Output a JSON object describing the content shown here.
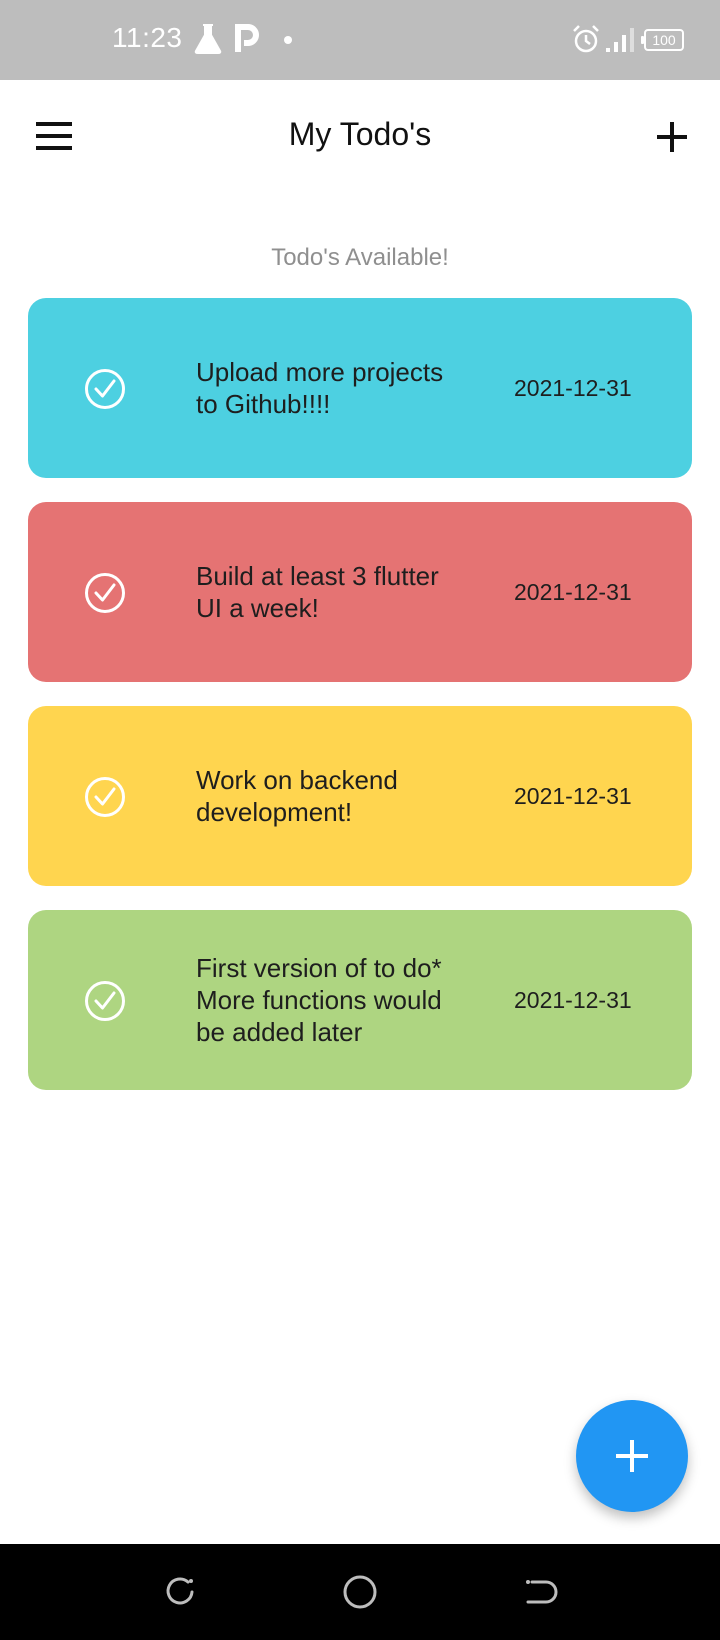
{
  "status_bar": {
    "time": "11:23",
    "battery": "100",
    "icons": [
      "flask-icon",
      "parking-icon",
      "dot-icon",
      "alarm-icon",
      "signal-icon",
      "battery-icon"
    ]
  },
  "app_bar": {
    "title": "My Todo's",
    "menu_icon": "menu-icon",
    "add_icon": "plus-icon"
  },
  "section_label": "Todo's Available!",
  "todos": [
    {
      "text": "Upload more projects to Github!!!!",
      "date": "2021-12-31",
      "color": "#4dd0e1",
      "icon": "check-circle-icon"
    },
    {
      "text": "Build at least 3 flutter UI a week!",
      "date": "2021-12-31",
      "color": "#e57373",
      "icon": "check-circle-icon"
    },
    {
      "text": "Work on backend development!",
      "date": "2021-12-31",
      "color": "#ffd54f",
      "icon": "check-circle-icon"
    },
    {
      "text": "First version of to do* More functions would be added later",
      "date": "2021-12-31",
      "color": "#aed581",
      "icon": "check-circle-icon"
    }
  ],
  "fab": {
    "icon": "plus-icon",
    "color": "#2196f3"
  },
  "nav_bar": {
    "buttons": [
      "recent-apps-icon",
      "home-icon",
      "back-icon"
    ]
  }
}
